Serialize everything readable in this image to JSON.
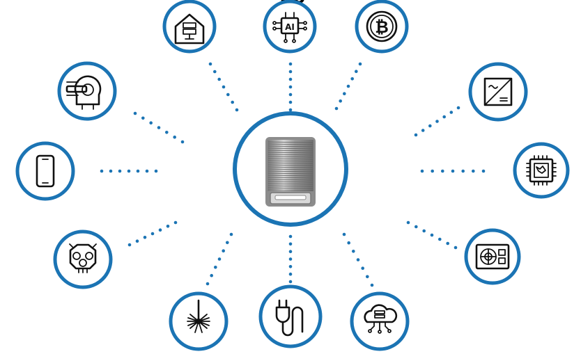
{
  "title_fragment": "pp",
  "center": {
    "icon": "wire-spool-product-image"
  },
  "applications": [
    {
      "id": "server-house",
      "icon": "server-house-icon"
    },
    {
      "id": "ai-chip",
      "icon": "ai-chip-icon",
      "label": "AI"
    },
    {
      "id": "bitcoin",
      "icon": "bitcoin-icon"
    },
    {
      "id": "inverter",
      "icon": "inverter-icon"
    },
    {
      "id": "processor",
      "icon": "processor-chip-icon"
    },
    {
      "id": "power-supply",
      "icon": "power-supply-icon"
    },
    {
      "id": "cloud-computing",
      "icon": "cloud-computing-icon"
    },
    {
      "id": "plug-cable",
      "icon": "plug-cable-icon"
    },
    {
      "id": "laser",
      "icon": "laser-icon"
    },
    {
      "id": "engine",
      "icon": "engine-icon"
    },
    {
      "id": "smartphone",
      "icon": "smartphone-icon"
    },
    {
      "id": "mri-scanner",
      "icon": "mri-scanner-icon"
    }
  ],
  "colors": {
    "accent": "#1b74b4",
    "icon": "#111111",
    "metal": "#a9a9a9"
  }
}
